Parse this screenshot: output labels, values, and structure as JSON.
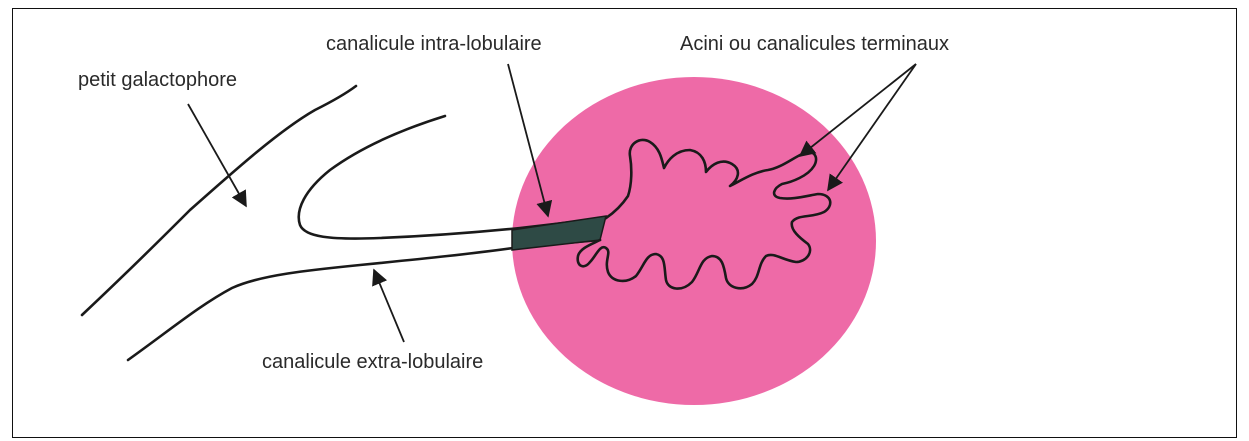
{
  "labels": {
    "petit_galactophore": "petit galactophore",
    "canalicule_intra_lobulaire": "canalicule intra-lobulaire",
    "acini": "Acini ou canalicules terminaux",
    "canalicule_extra_lobulaire": "canalicule extra-lobulaire"
  },
  "colors": {
    "lobule": "#ee6aa7",
    "intra_lobular_duct": "#2e4a45",
    "outline": "#1a1a1a",
    "text": "#2a2a2a"
  }
}
